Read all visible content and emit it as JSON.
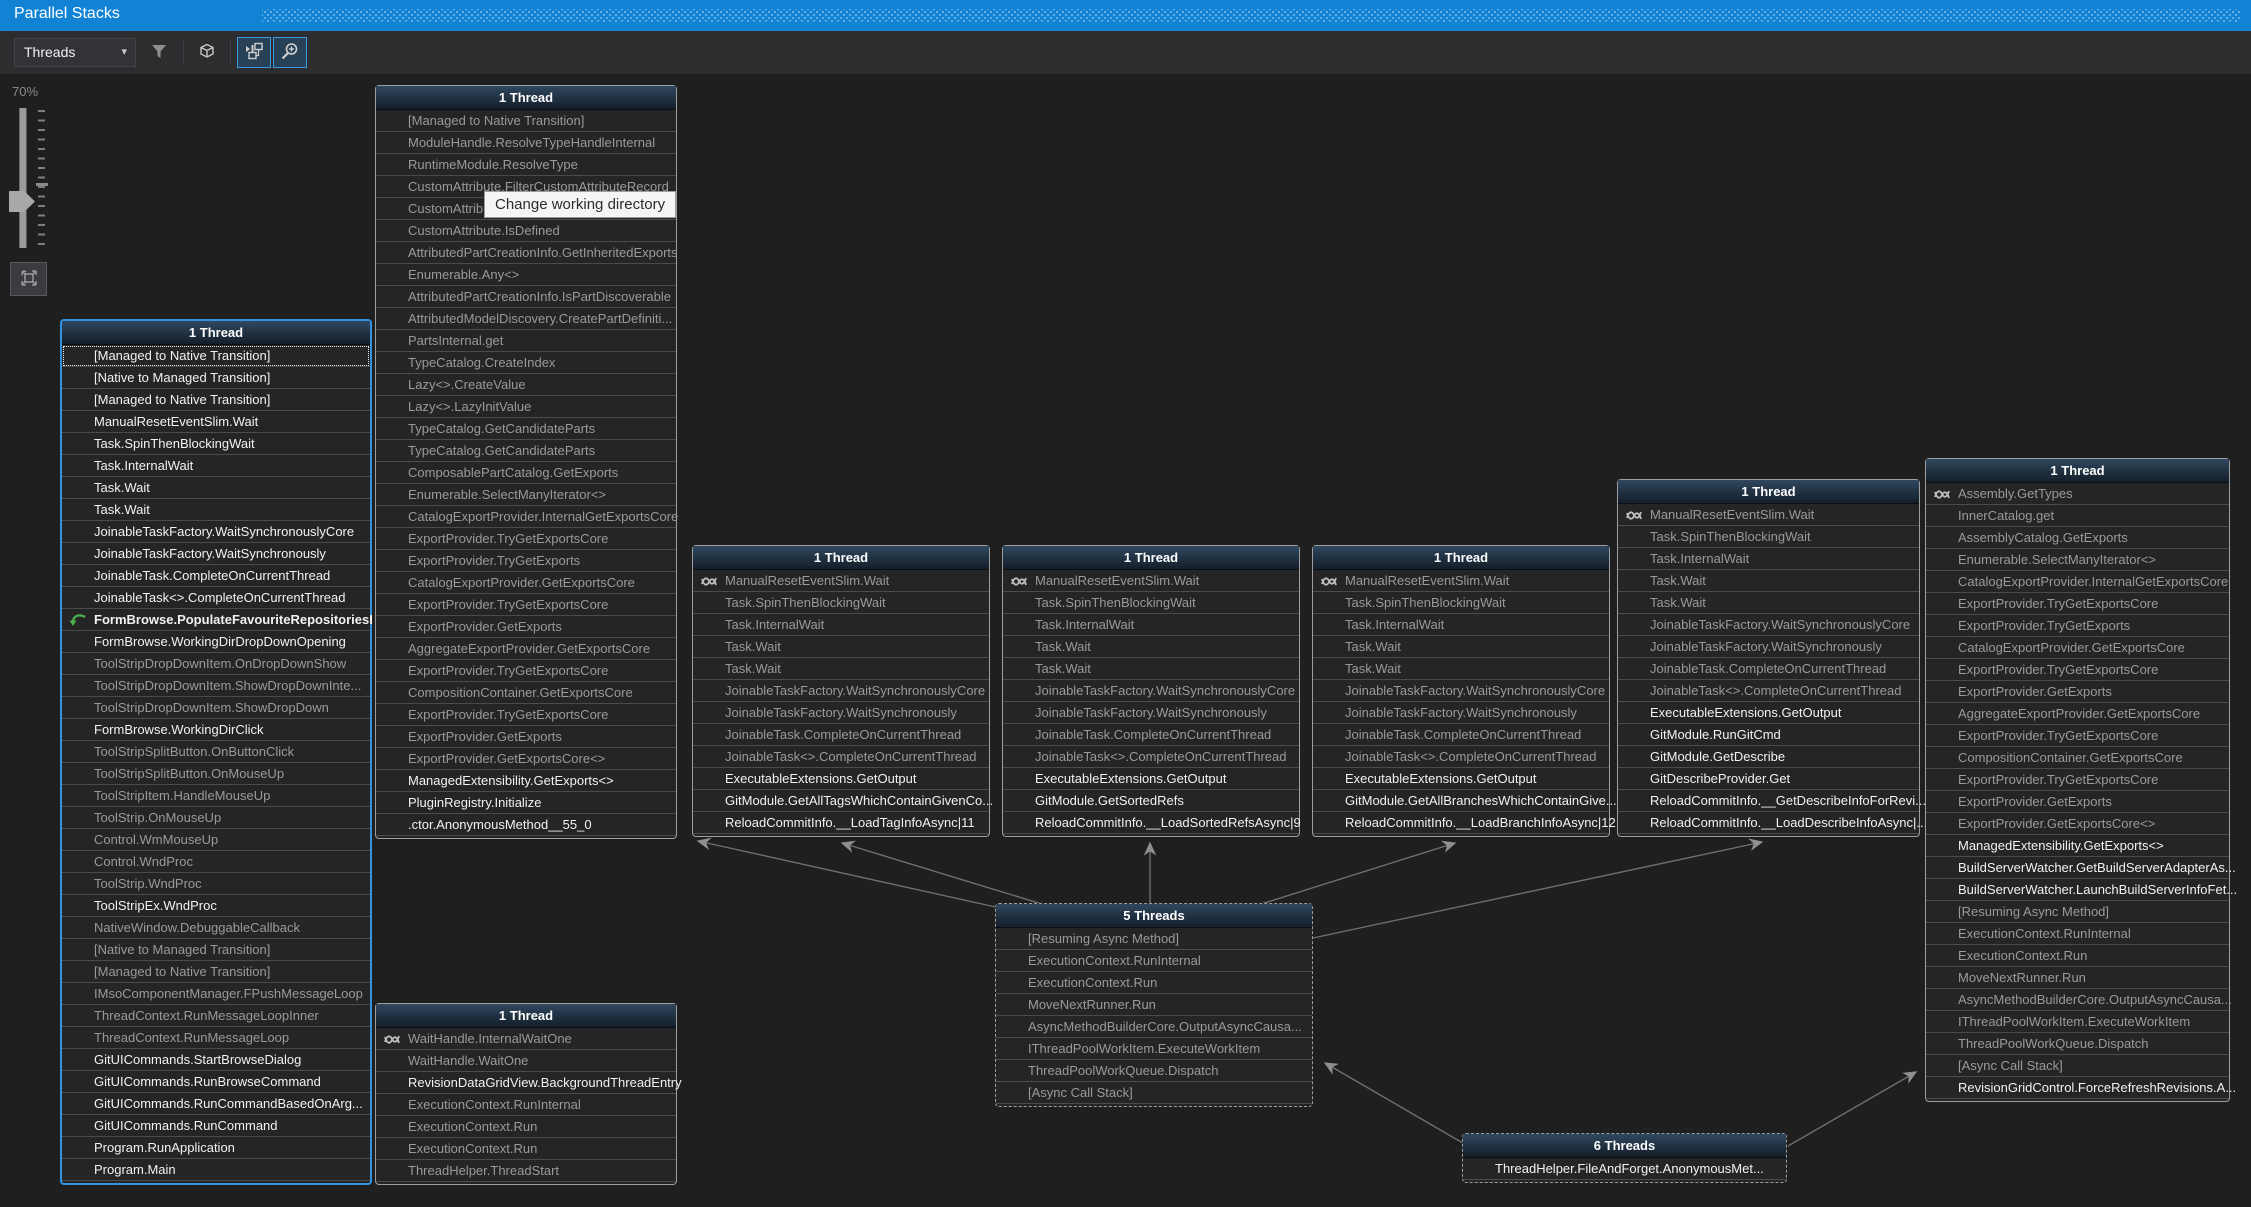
{
  "window": {
    "title": "Parallel Stacks"
  },
  "toolbar": {
    "view_selector": {
      "value": "Threads"
    }
  },
  "zoom_control": {
    "level": "70%"
  },
  "tooltip": {
    "text": "Change working directory"
  },
  "colors": {
    "titlebar_bg": "#1283d4",
    "toolbar_bg": "#2d2d30",
    "canvas_bg": "#1f1f1f",
    "box_bg": "#252526",
    "box_border": "#9e9e9e",
    "current_box_border": "#3393df",
    "header_gradient_top": "#30485f",
    "header_gradient_bottom": "#141e29",
    "row_text": "#f2f2f2",
    "row_text_dim": "#9a9a9a",
    "current_frame_green": "#4cae4c",
    "toggle_border_blue": "#3c9ade"
  },
  "boxes": [
    {
      "id": "main-thread",
      "header": "1 Thread",
      "rows": [
        {
          "t": "[Managed to Native Transition]",
          "focus": true
        },
        {
          "t": "[Native to Managed Transition]"
        },
        {
          "t": "[Managed to Native Transition]"
        },
        {
          "t": "ManualResetEventSlim.Wait"
        },
        {
          "t": "Task.SpinThenBlockingWait"
        },
        {
          "t": "Task.InternalWait"
        },
        {
          "t": "Task.Wait"
        },
        {
          "t": "Task.Wait"
        },
        {
          "t": "JoinableTaskFactory.WaitSynchronouslyCore"
        },
        {
          "t": "JoinableTaskFactory.WaitSynchronously"
        },
        {
          "t": "JoinableTask.CompleteOnCurrentThread"
        },
        {
          "t": "JoinableTask<>.CompleteOnCurrentThread"
        },
        {
          "t": "FormBrowse.PopulateFavouriteRepositoriesI",
          "bold": true,
          "icon": "current-frame"
        },
        {
          "t": "FormBrowse.WorkingDirDropDownOpening"
        },
        {
          "t": "ToolStripDropDownItem.OnDropDownShow",
          "dim": true
        },
        {
          "t": "ToolStripDropDownItem.ShowDropDownInte...",
          "dim": true
        },
        {
          "t": "ToolStripDropDownItem.ShowDropDown",
          "dim": true
        },
        {
          "t": "FormBrowse.WorkingDirClick"
        },
        {
          "t": "ToolStripSplitButton.OnButtonClick",
          "dim": true
        },
        {
          "t": "ToolStripSplitButton.OnMouseUp",
          "dim": true
        },
        {
          "t": "ToolStripItem.HandleMouseUp",
          "dim": true
        },
        {
          "t": "ToolStrip.OnMouseUp",
          "dim": true
        },
        {
          "t": "Control.WmMouseUp",
          "dim": true
        },
        {
          "t": "Control.WndProc",
          "dim": true
        },
        {
          "t": "ToolStrip.WndProc",
          "dim": true
        },
        {
          "t": "ToolStripEx.WndProc"
        },
        {
          "t": "NativeWindow.DebuggableCallback",
          "dim": true
        },
        {
          "t": "[Native to Managed Transition]",
          "dim": true
        },
        {
          "t": "[Managed to Native Transition]",
          "dim": true
        },
        {
          "t": "IMsoComponentManager.FPushMessageLoop",
          "dim": true
        },
        {
          "t": "ThreadContext.RunMessageLoopInner",
          "dim": true
        },
        {
          "t": "ThreadContext.RunMessageLoop",
          "dim": true
        },
        {
          "t": "GitUICommands.StartBrowseDialog"
        },
        {
          "t": "GitUICommands.RunBrowseCommand"
        },
        {
          "t": "GitUICommands.RunCommandBasedOnArg..."
        },
        {
          "t": "GitUICommands.RunCommand"
        },
        {
          "t": "Program.RunApplication"
        },
        {
          "t": "Program.Main"
        }
      ]
    },
    {
      "id": "mef-thread",
      "header": "1 Thread",
      "rows": [
        {
          "t": "[Managed to Native Transition]",
          "dim": true
        },
        {
          "t": "ModuleHandle.ResolveTypeHandleInternal",
          "dim": true
        },
        {
          "t": "RuntimeModule.ResolveType",
          "dim": true
        },
        {
          "t": "CustomAttribute.FilterCustomAttributeRecord",
          "dim": true
        },
        {
          "t": "CustomAttribu",
          "dim": true
        },
        {
          "t": "CustomAttribute.IsDefined",
          "dim": true
        },
        {
          "t": "AttributedPartCreationInfo.GetInheritedExports",
          "dim": true
        },
        {
          "t": "Enumerable.Any<>",
          "dim": true
        },
        {
          "t": "AttributedPartCreationInfo.IsPartDiscoverable",
          "dim": true
        },
        {
          "t": "AttributedModelDiscovery.CreatePartDefiniti...",
          "dim": true
        },
        {
          "t": "PartsInternal.get",
          "dim": true
        },
        {
          "t": "TypeCatalog.CreateIndex",
          "dim": true
        },
        {
          "t": "Lazy<>.CreateValue",
          "dim": true
        },
        {
          "t": "Lazy<>.LazyInitValue",
          "dim": true
        },
        {
          "t": "TypeCatalog.GetCandidateParts",
          "dim": true
        },
        {
          "t": "TypeCatalog.GetCandidateParts",
          "dim": true
        },
        {
          "t": "ComposablePartCatalog.GetExports",
          "dim": true
        },
        {
          "t": "Enumerable.SelectManyIterator<>",
          "dim": true
        },
        {
          "t": "CatalogExportProvider.InternalGetExportsCore",
          "dim": true
        },
        {
          "t": "ExportProvider.TryGetExportsCore",
          "dim": true
        },
        {
          "t": "ExportProvider.TryGetExports",
          "dim": true
        },
        {
          "t": "CatalogExportProvider.GetExportsCore",
          "dim": true
        },
        {
          "t": "ExportProvider.TryGetExportsCore",
          "dim": true
        },
        {
          "t": "ExportProvider.GetExports",
          "dim": true
        },
        {
          "t": "AggregateExportProvider.GetExportsCore",
          "dim": true
        },
        {
          "t": "ExportProvider.TryGetExportsCore",
          "dim": true
        },
        {
          "t": "CompositionContainer.GetExportsCore",
          "dim": true
        },
        {
          "t": "ExportProvider.TryGetExportsCore",
          "dim": true
        },
        {
          "t": "ExportProvider.GetExports",
          "dim": true
        },
        {
          "t": "ExportProvider.GetExportsCore<>",
          "dim": true
        },
        {
          "t": "ManagedExtensibility.GetExports<>"
        },
        {
          "t": "PluginRegistry.Initialize"
        },
        {
          "t": ".ctor.AnonymousMethod__55_0"
        }
      ]
    },
    {
      "id": "tag-thread",
      "header": "1 Thread",
      "rows": [
        {
          "t": "ManualResetEventSlim.Wait",
          "dim": true,
          "icon": "waiting"
        },
        {
          "t": "Task.SpinThenBlockingWait",
          "dim": true
        },
        {
          "t": "Task.InternalWait",
          "dim": true
        },
        {
          "t": "Task.Wait",
          "dim": true
        },
        {
          "t": "Task.Wait",
          "dim": true
        },
        {
          "t": "JoinableTaskFactory.WaitSynchronouslyCore",
          "dim": true
        },
        {
          "t": "JoinableTaskFactory.WaitSynchronously",
          "dim": true
        },
        {
          "t": "JoinableTask.CompleteOnCurrentThread",
          "dim": true
        },
        {
          "t": "JoinableTask<>.CompleteOnCurrentThread",
          "dim": true
        },
        {
          "t": "ExecutableExtensions.GetOutput"
        },
        {
          "t": "GitModule.GetAllTagsWhichContainGivenCo..."
        },
        {
          "t": "ReloadCommitInfo.__LoadTagInfoAsync|11"
        }
      ]
    },
    {
      "id": "refs-thread",
      "header": "1 Thread",
      "rows": [
        {
          "t": "ManualResetEventSlim.Wait",
          "dim": true,
          "icon": "waiting"
        },
        {
          "t": "Task.SpinThenBlockingWait",
          "dim": true
        },
        {
          "t": "Task.InternalWait",
          "dim": true
        },
        {
          "t": "Task.Wait",
          "dim": true
        },
        {
          "t": "Task.Wait",
          "dim": true
        },
        {
          "t": "JoinableTaskFactory.WaitSynchronouslyCore",
          "dim": true
        },
        {
          "t": "JoinableTaskFactory.WaitSynchronously",
          "dim": true
        },
        {
          "t": "JoinableTask.CompleteOnCurrentThread",
          "dim": true
        },
        {
          "t": "JoinableTask<>.CompleteOnCurrentThread",
          "dim": true
        },
        {
          "t": "ExecutableExtensions.GetOutput"
        },
        {
          "t": "GitModule.GetSortedRefs"
        },
        {
          "t": "ReloadCommitInfo.__LoadSortedRefsAsync|9"
        }
      ]
    },
    {
      "id": "branch-thread",
      "header": "1 Thread",
      "rows": [
        {
          "t": "ManualResetEventSlim.Wait",
          "dim": true,
          "icon": "waiting"
        },
        {
          "t": "Task.SpinThenBlockingWait",
          "dim": true
        },
        {
          "t": "Task.InternalWait",
          "dim": true
        },
        {
          "t": "Task.Wait",
          "dim": true
        },
        {
          "t": "Task.Wait",
          "dim": true
        },
        {
          "t": "JoinableTaskFactory.WaitSynchronouslyCore",
          "dim": true
        },
        {
          "t": "JoinableTaskFactory.WaitSynchronously",
          "dim": true
        },
        {
          "t": "JoinableTask.CompleteOnCurrentThread",
          "dim": true
        },
        {
          "t": "JoinableTask<>.CompleteOnCurrentThread",
          "dim": true
        },
        {
          "t": "ExecutableExtensions.GetOutput"
        },
        {
          "t": "GitModule.GetAllBranchesWhichContainGive..."
        },
        {
          "t": "ReloadCommitInfo.__LoadBranchInfoAsync|12"
        }
      ]
    },
    {
      "id": "describe-thread",
      "header": "1 Thread",
      "rows": [
        {
          "t": "ManualResetEventSlim.Wait",
          "dim": true,
          "icon": "waiting"
        },
        {
          "t": "Task.SpinThenBlockingWait",
          "dim": true
        },
        {
          "t": "Task.InternalWait",
          "dim": true
        },
        {
          "t": "Task.Wait",
          "dim": true
        },
        {
          "t": "Task.Wait",
          "dim": true
        },
        {
          "t": "JoinableTaskFactory.WaitSynchronouslyCore",
          "dim": true
        },
        {
          "t": "JoinableTaskFactory.WaitSynchronously",
          "dim": true
        },
        {
          "t": "JoinableTask.CompleteOnCurrentThread",
          "dim": true
        },
        {
          "t": "JoinableTask<>.CompleteOnCurrentThread",
          "dim": true
        },
        {
          "t": "ExecutableExtensions.GetOutput"
        },
        {
          "t": "GitModule.RunGitCmd"
        },
        {
          "t": "GitModule.GetDescribe"
        },
        {
          "t": "GitDescribeProvider.Get"
        },
        {
          "t": "ReloadCommitInfo.__GetDescribeInfoForRevi..."
        },
        {
          "t": "ReloadCommitInfo.__LoadDescribeInfoAsync|..."
        }
      ]
    },
    {
      "id": "buildserver-thread",
      "header": "1 Thread",
      "rows": [
        {
          "t": "Assembly.GetTypes",
          "dim": true,
          "icon": "waiting"
        },
        {
          "t": "InnerCatalog.get",
          "dim": true
        },
        {
          "t": "AssemblyCatalog.GetExports",
          "dim": true
        },
        {
          "t": "Enumerable.SelectManyIterator<>",
          "dim": true
        },
        {
          "t": "CatalogExportProvider.InternalGetExportsCore",
          "dim": true
        },
        {
          "t": "ExportProvider.TryGetExportsCore",
          "dim": true
        },
        {
          "t": "ExportProvider.TryGetExports",
          "dim": true
        },
        {
          "t": "CatalogExportProvider.GetExportsCore",
          "dim": true
        },
        {
          "t": "ExportProvider.TryGetExportsCore",
          "dim": true
        },
        {
          "t": "ExportProvider.GetExports",
          "dim": true
        },
        {
          "t": "AggregateExportProvider.GetExportsCore",
          "dim": true
        },
        {
          "t": "ExportProvider.TryGetExportsCore",
          "dim": true
        },
        {
          "t": "CompositionContainer.GetExportsCore",
          "dim": true
        },
        {
          "t": "ExportProvider.TryGetExportsCore",
          "dim": true
        },
        {
          "t": "ExportProvider.GetExports",
          "dim": true
        },
        {
          "t": "ExportProvider.GetExportsCore<>",
          "dim": true
        },
        {
          "t": "ManagedExtensibility.GetExports<>"
        },
        {
          "t": "BuildServerWatcher.GetBuildServerAdapterAs..."
        },
        {
          "t": "BuildServerWatcher.LaunchBuildServerInfoFet..."
        },
        {
          "t": "[Resuming Async Method]",
          "dim": true
        },
        {
          "t": "ExecutionContext.RunInternal",
          "dim": true
        },
        {
          "t": "ExecutionContext.Run",
          "dim": true
        },
        {
          "t": "MoveNextRunner.Run",
          "dim": true
        },
        {
          "t": "AsyncMethodBuilderCore.OutputAsyncCausa...",
          "dim": true
        },
        {
          "t": "IThreadPoolWorkItem.ExecuteWorkItem",
          "dim": true
        },
        {
          "t": "ThreadPoolWorkQueue.Dispatch",
          "dim": true
        },
        {
          "t": "[Async Call Stack]",
          "dim": true
        },
        {
          "t": "RevisionGridControl.ForceRefreshRevisions.A..."
        }
      ]
    },
    {
      "id": "async-pool-threads",
      "header": "5 Threads",
      "rows": [
        {
          "t": "[Resuming Async Method]",
          "dim": true
        },
        {
          "t": "ExecutionContext.RunInternal",
          "dim": true
        },
        {
          "t": "ExecutionContext.Run",
          "dim": true
        },
        {
          "t": "MoveNextRunner.Run",
          "dim": true
        },
        {
          "t": "AsyncMethodBuilderCore.OutputAsyncCausa...",
          "dim": true
        },
        {
          "t": "IThreadPoolWorkItem.ExecuteWorkItem",
          "dim": true
        },
        {
          "t": "ThreadPoolWorkQueue.Dispatch",
          "dim": true
        },
        {
          "t": "[Async Call Stack]",
          "dim": true
        }
      ]
    },
    {
      "id": "fileandforget-threads",
      "header": "6 Threads",
      "rows": [
        {
          "t": "ThreadHelper.FileAndForget.AnonymousMet..."
        }
      ]
    },
    {
      "id": "revisiongrid-thread",
      "header": "1 Thread",
      "rows": [
        {
          "t": "WaitHandle.InternalWaitOne",
          "dim": true,
          "icon": "waiting"
        },
        {
          "t": "WaitHandle.WaitOne",
          "dim": true
        },
        {
          "t": "RevisionDataGridView.BackgroundThreadEntry"
        },
        {
          "t": "ExecutionContext.RunInternal",
          "dim": true
        },
        {
          "t": "ExecutionContext.Run",
          "dim": true
        },
        {
          "t": "ExecutionContext.Run",
          "dim": true
        },
        {
          "t": "ThreadHelper.ThreadStart",
          "dim": true
        }
      ]
    }
  ]
}
